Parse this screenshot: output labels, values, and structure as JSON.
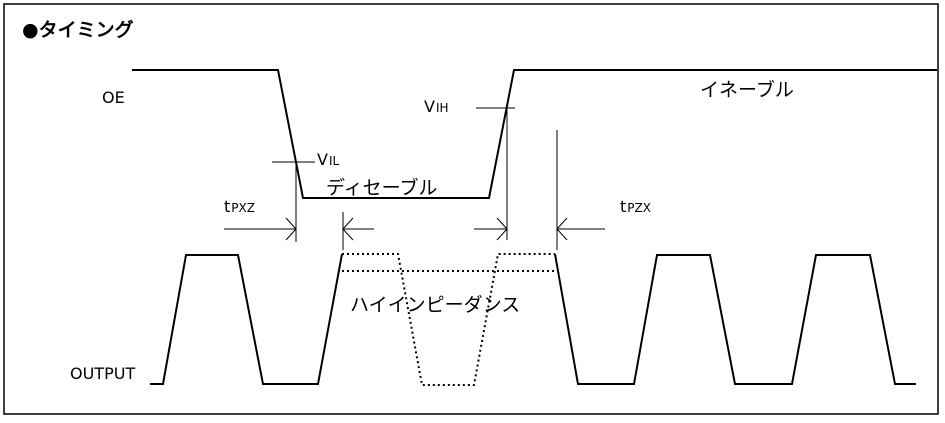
{
  "title": "●タイミング",
  "signals": {
    "oe": "OE",
    "output": "OUTPUT"
  },
  "levels": {
    "vih_main": "V",
    "vih_sub": "IH",
    "vil_main": "V",
    "vil_sub": "IL"
  },
  "timings": {
    "tpxz_main": "t",
    "tpxz_sub": "PXZ",
    "tpzx_main": "t",
    "tpzx_sub": "PZX"
  },
  "states": {
    "enable": "イネーブル",
    "disable": "ディセーブル",
    "high_impedance": "ハイインピーダンス"
  }
}
